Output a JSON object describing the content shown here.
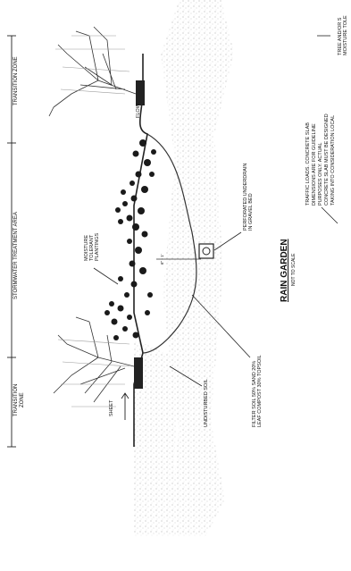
{
  "drawing": {
    "title": "RAIN GARDEN",
    "subtitle": "NOT TO SCALE",
    "zones": {
      "transition_top": "TRANSITION ZONE",
      "treatment": "STORMWATER TREATMENT AREA",
      "transition_bottom_line1": "TRANSITION",
      "transition_bottom_line2": "ZONE"
    },
    "labels": {
      "moisture_line1": "MOISTURE TOLE",
      "moisture_line2": "TREE AND/OR S",
      "flow": "FLOW",
      "sheet": "SHEET",
      "plantings_line1": "MOISTURE",
      "plantings_line2": "TOLERANT",
      "plantings_line3": "PLANTINGS",
      "underdrain_line1": "PERFORATED UNDERDRAIN",
      "underdrain_line2": "IN GRAVEL BED",
      "undisturbed": "UNDISTURBED SOIL",
      "filter_line1": "FILTER SOIL 50% SAND 20%",
      "filter_line2": "LEAF COMPOST 30% TOPSOIL",
      "depth_mark": "6\" - 1'"
    },
    "note": {
      "line1": "TRAFFIC LOADS. CONCRETE SLAB",
      "line2": "DIMENSIONS ARE FOR GUIDELINE",
      "line3": "PURPOSES ONLY. ACTUAL",
      "line4": "CONCRETE SLAB MUST BE DESIGNED",
      "line5": "TAKING INTO CONSIDERATION LOCAL"
    }
  }
}
